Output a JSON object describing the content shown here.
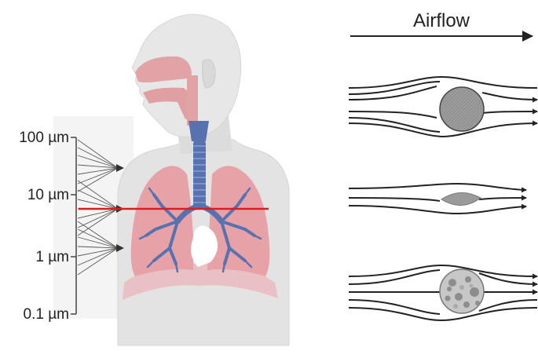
{
  "scale_labels": [
    "100 µm",
    "10 µm",
    "1 µm",
    "0.1 µm"
  ],
  "airflow_label": "Airflow",
  "particle_shapes": [
    "sphere-icon",
    "spindle-icon",
    "porous-sphere-icon"
  ],
  "colors": {
    "cutoff_line": "#d81e1e",
    "airway_pink": "#e2a3a6",
    "lung_pink": "#e7a2a8",
    "trachea_blue": "#5872b0",
    "skin": "#e2e2e2",
    "particle_gray": "#9a9a9a",
    "ink": "#222222"
  }
}
